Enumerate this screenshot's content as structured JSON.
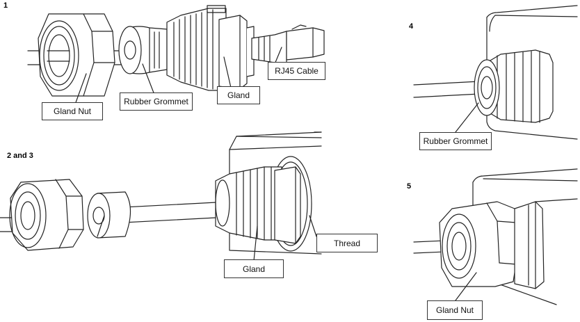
{
  "steps": {
    "s1": "1",
    "s23": "2 and 3",
    "s4": "4",
    "s5": "5"
  },
  "labels": {
    "gland_nut_1": "Gland Nut",
    "rubber_grommet_1": "Rubber Grommet",
    "gland_1": "Gland",
    "rj45_cable": "RJ45 Cable",
    "thread": "Thread",
    "gland_23": "Gland",
    "rubber_grommet_4": "Rubber Grommet",
    "gland_nut_5": "Gland Nut"
  }
}
